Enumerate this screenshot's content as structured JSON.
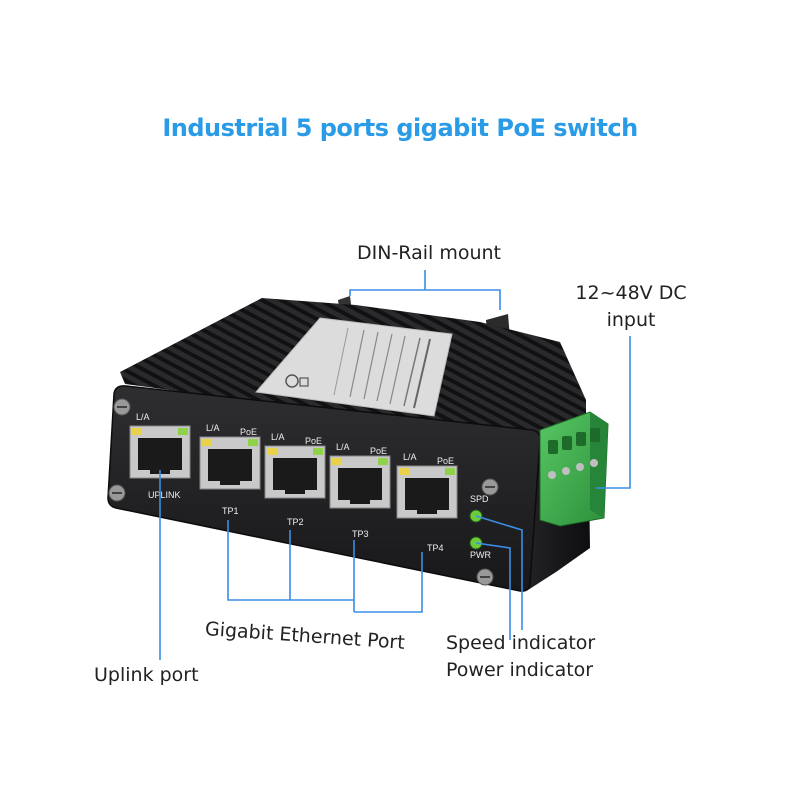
{
  "title": "Industrial 5 ports gigabit PoE switch",
  "callouts": {
    "din_rail": "DIN-Rail mount",
    "dc_input_line1": "12~48V DC",
    "dc_input_line2": "input",
    "uplink": "Uplink port",
    "gigabit": "Gigabit Ethernet Port",
    "speed": "Speed indicator",
    "power": "Power indicator"
  },
  "panel": {
    "ports": [
      {
        "name": "UPLINK",
        "left_label": "L/A",
        "right_label": ""
      },
      {
        "name": "TP1",
        "left_label": "L/A",
        "right_label": "PoE"
      },
      {
        "name": "TP2",
        "left_label": "L/A",
        "right_label": "PoE"
      },
      {
        "name": "TP3",
        "left_label": "L/A",
        "right_label": "PoE"
      },
      {
        "name": "TP4",
        "left_label": "L/A",
        "right_label": "PoE"
      }
    ],
    "led_spd": "SPD",
    "led_pwr": "PWR"
  },
  "colors": {
    "title": "#2a9be6",
    "callout_line": "#3a8ee6",
    "chassis": "#1b1b1d",
    "terminal": "#3cae4a",
    "led": "#66cc33"
  }
}
